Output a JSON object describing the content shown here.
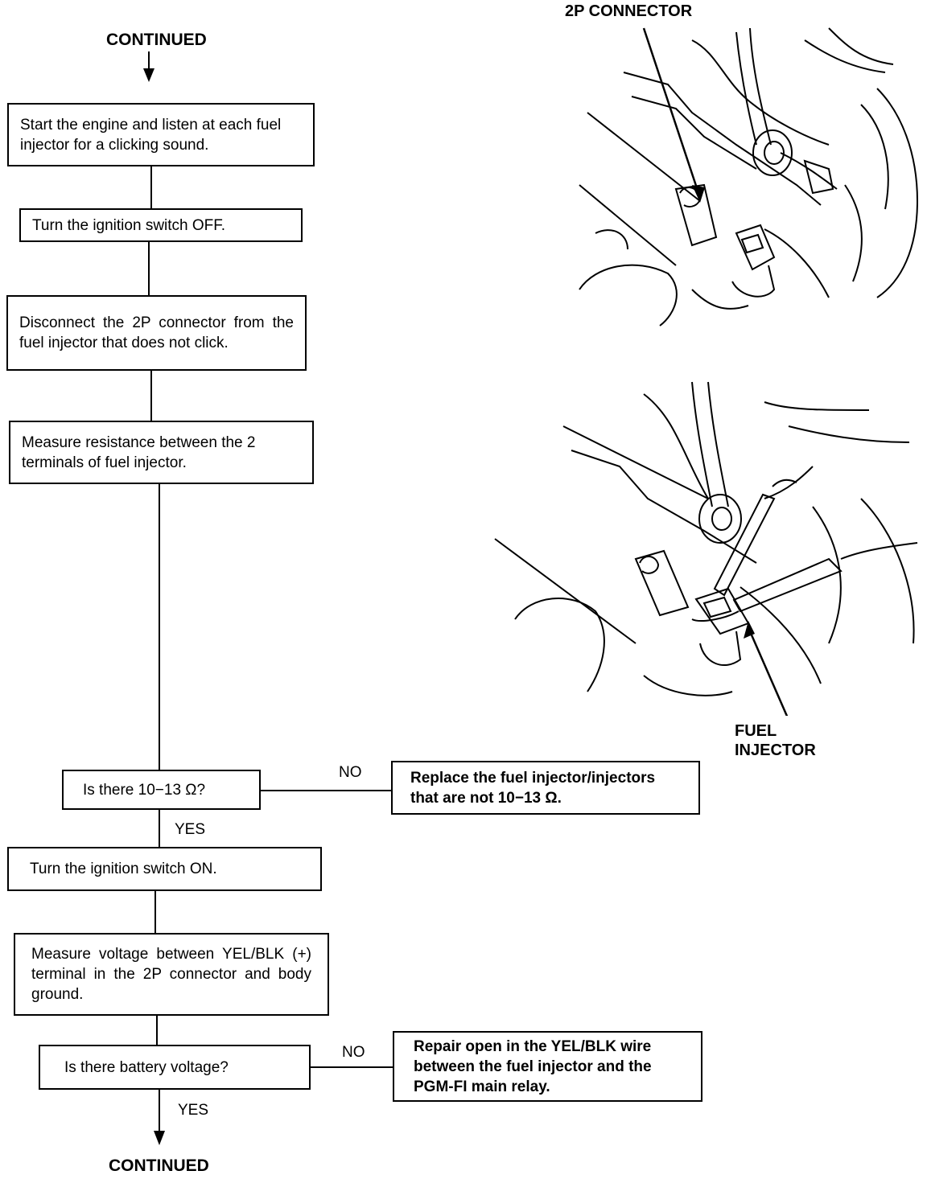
{
  "header": {
    "continued_top": "CONTINUED"
  },
  "steps": {
    "start_engine": "Start the engine and listen at each fuel injector for a clicking sound.",
    "ignition_off": "Turn the ignition switch OFF.",
    "disconnect": "Disconnect the 2P connector from the fuel injector that does not click.",
    "measure_resistance": "Measure resistance between the 2 terminals of fuel injector.",
    "ignition_on": "Turn the ignition switch ON.",
    "measure_voltage": "Measure voltage between YEL/BLK (+) terminal in the 2P connector and body ground."
  },
  "decisions": {
    "resistance_q": "Is there 10−13 Ω?",
    "voltage_q": "Is there battery voltage?"
  },
  "outcomes": {
    "replace_injector": "Replace the fuel injector/injectors that are not 10−13 Ω.",
    "repair_wire": "Repair open in the YEL/BLK wire between the fuel injector and the PGM-FI main relay."
  },
  "branch_labels": {
    "no_1": "NO",
    "yes_1": "YES",
    "no_2": "NO",
    "yes_2": "YES"
  },
  "footer": {
    "continued_bottom": "CONTINUED"
  },
  "illustration_labels": {
    "connector": "2P CONNECTOR",
    "injector_line1": "FUEL",
    "injector_line2": "INJECTOR"
  }
}
